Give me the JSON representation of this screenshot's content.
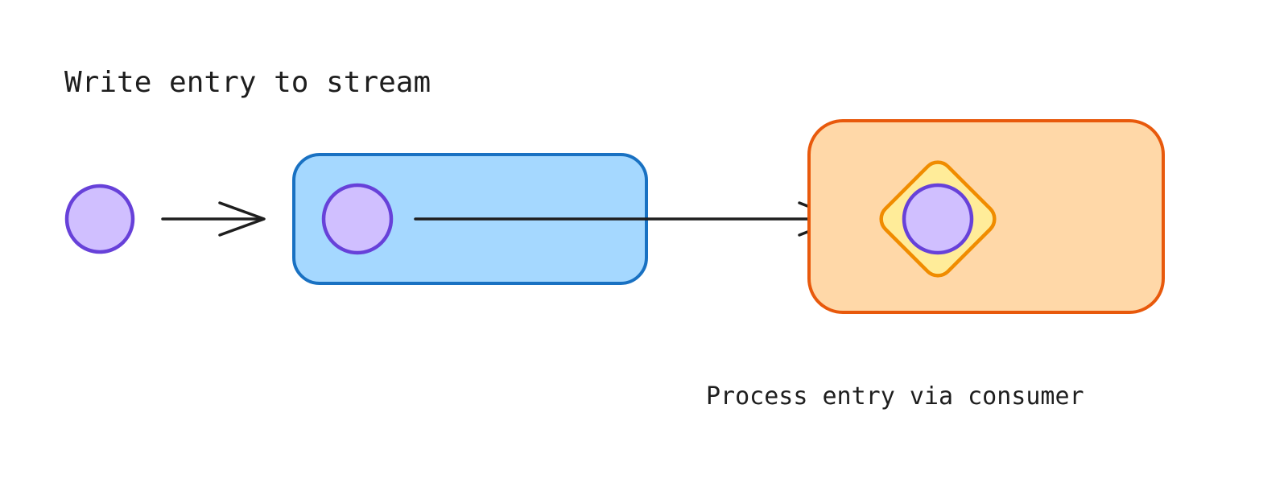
{
  "canvas": {
    "background": "#ffffff"
  },
  "labels": {
    "write_entry": "Write entry to stream",
    "process_entry": "Process entry via consumer"
  },
  "colors": {
    "ink": "#1e1e1e",
    "entry_circle_fill": "#d0bfff",
    "entry_circle_stroke": "#6741d9",
    "stream_box_fill": "#a5d8ff",
    "stream_box_stroke": "#1971c2",
    "consumer_box_fill": "#ffd8a8",
    "consumer_box_stroke": "#e8590c",
    "diamond_fill": "#ffec99",
    "diamond_stroke": "#f08c00"
  },
  "shapes": {
    "entry_circle": {
      "type": "circle"
    },
    "write_arrow": {
      "type": "arrow",
      "direction": "right"
    },
    "stream_box": {
      "type": "rounded-rectangle"
    },
    "stream_entry_circle": {
      "type": "circle"
    },
    "consume_arrow": {
      "type": "arrow",
      "direction": "right"
    },
    "consumer_box": {
      "type": "rounded-rectangle"
    },
    "consumer_diamond": {
      "type": "diamond"
    },
    "consumer_entry_circle": {
      "type": "circle"
    }
  }
}
